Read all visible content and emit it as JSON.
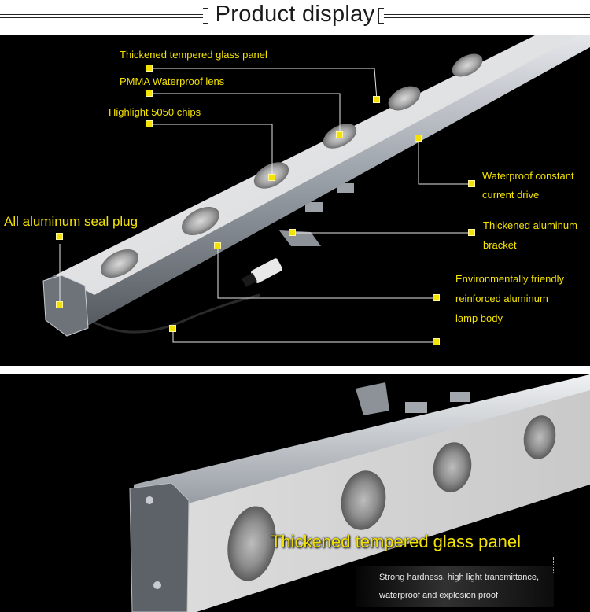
{
  "header": {
    "title": "Product display"
  },
  "top_panel": {
    "labels": {
      "glass_panel": "Thickened tempered glass panel",
      "pmma_lens": "PMMA Waterproof lens",
      "chips": "Highlight 5050 chips",
      "seal_plug": "All aluminum seal plug",
      "drive_line1": "Waterproof constant",
      "drive_line2": "current drive",
      "bracket_line1": "Thickened aluminum",
      "bracket_line2": "bracket",
      "body_line1": "Environmentally friendly",
      "body_line2": "reinforced aluminum",
      "body_line3": "lamp body"
    }
  },
  "bottom_panel": {
    "caption_title": "Thickened tempered glass panel",
    "caption_line1": "Strong hardness, high light transmittance,",
    "caption_line2": "waterproof and explosion proof"
  },
  "colors": {
    "accent": "#f4e300",
    "background": "#000000",
    "header_text": "#1a1a1a"
  }
}
